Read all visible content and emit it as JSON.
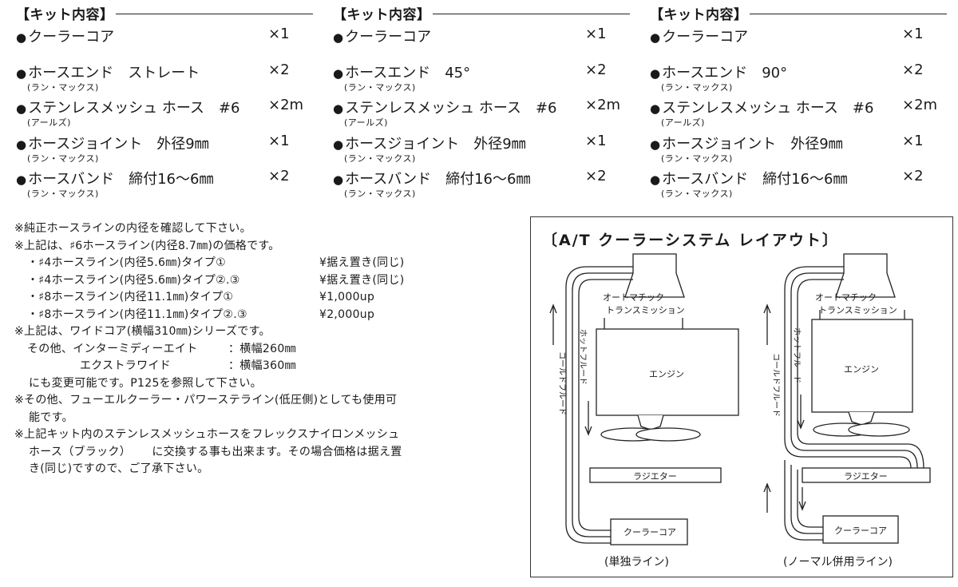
{
  "kits": [
    {
      "title": "【キット内容】",
      "items": [
        {
          "name": "クーラーコア",
          "qty": "×1",
          "maker": ""
        },
        {
          "name": "ホースエンド　ストレート",
          "qty": "×2",
          "maker": "(ラン・マックス)"
        },
        {
          "name": "ステンレスメッシュ ホース　#6",
          "qty": "×2m",
          "maker": "(アールズ)"
        },
        {
          "name": "ホースジョイント　外径9㎜",
          "qty": "×1",
          "maker": "(ラン・マックス)"
        },
        {
          "name": "ホースバンド　締付16〜6㎜",
          "qty": "×2",
          "maker": "(ラン・マックス)"
        }
      ]
    },
    {
      "title": "【キット内容】",
      "items": [
        {
          "name": "クーラーコア",
          "qty": "×1",
          "maker": ""
        },
        {
          "name": "ホースエンド　45°",
          "qty": "×2",
          "maker": "(ラン・マックス)"
        },
        {
          "name": "ステンレスメッシュ ホース　#6",
          "qty": "×2m",
          "maker": "(アールズ)"
        },
        {
          "name": "ホースジョイント　外径9㎜",
          "qty": "×1",
          "maker": "(ラン・マックス)"
        },
        {
          "name": "ホースバンド　締付16〜6㎜",
          "qty": "×2",
          "maker": "(ラン・マックス)"
        }
      ]
    },
    {
      "title": "【キット内容】",
      "items": [
        {
          "name": "クーラーコア",
          "qty": "×1",
          "maker": ""
        },
        {
          "name": "ホースエンド　90°",
          "qty": "×2",
          "maker": "(ラン・マックス)"
        },
        {
          "name": "ステンレスメッシュ ホース　#6",
          "qty": "×2m",
          "maker": "(アールズ)"
        },
        {
          "name": "ホースジョイント　外径9㎜",
          "qty": "×1",
          "maker": "(ラン・マックス)"
        },
        {
          "name": "ホースバンド　締付16〜6㎜",
          "qty": "×2",
          "maker": "(ラン・マックス)"
        }
      ]
    }
  ],
  "notes": {
    "line1": "※純正ホースラインの内径を確認して下さい。",
    "line2": "※上記は、♯6ホースライン(内径8.7㎜)の価格です。",
    "prices": [
      {
        "label": "・♯4ホースライン(内径5.6㎜)タイプ①",
        "price": "¥据え置き(同じ)"
      },
      {
        "label": "・♯4ホースライン(内径5.6㎜)タイプ②.③",
        "price": "¥据え置き(同じ)"
      },
      {
        "label": "・♯8ホースライン(内径11.1㎜)タイプ①",
        "price": "¥1,000up"
      },
      {
        "label": "・♯8ホースライン(内径11.1㎜)タイプ②.③",
        "price": "¥2,000up"
      }
    ],
    "line3": "※上記は、ワイドコア(横幅310㎜)シリーズです。",
    "line4a": "その他、インターミディーエイト",
    "line4b": "：横幅260㎜",
    "line5a": "エクストラワイド",
    "line5b": "：横幅360㎜",
    "line6": "にも変更可能です。P125を参照して下さい。",
    "line7": "※その他、フューエルクーラー・パワーステライン(低圧側)としても使用可",
    "line8": "能です。",
    "line9": "※上記キット内のステンレスメッシュホースをフレックスナイロンメッシュ",
    "line10": "ホース（ブラック）　　 に交換する事も出来ます。その場合価格は据え置",
    "line11": "き(同じ)ですので、ご了承下さい。"
  },
  "diagram": {
    "title": "〔A/T クーラーシステム レイアウト〕",
    "transmission_1": "オートマチック",
    "transmission_2": "トランスミッション",
    "engine": "エンジン",
    "radiator": "ラジエター",
    "cooler": "クーラーコア",
    "hot_fluid": "ホットフルード",
    "cold_fluid": "コールドフルード",
    "caption_left": "(単独ライン)",
    "caption_right": "(ノーマル併用ライン)"
  }
}
